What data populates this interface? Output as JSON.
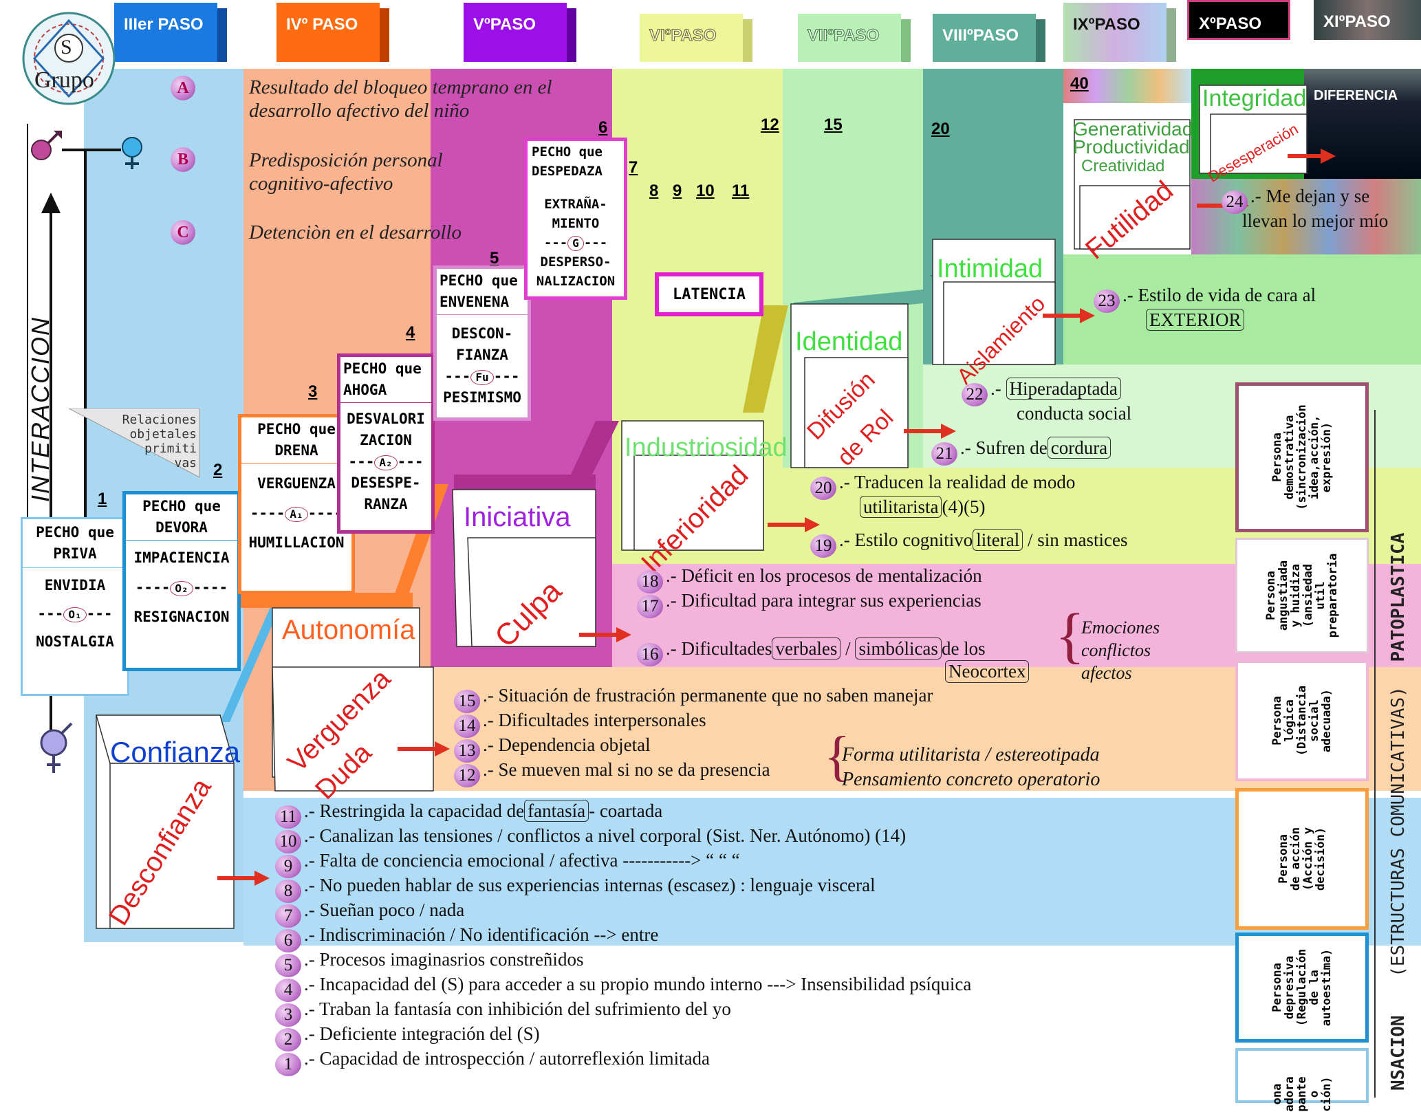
{
  "steps": [
    {
      "label": "IIIer PASO"
    },
    {
      "label": "IVº PASO"
    },
    {
      "label": "VºPASO"
    },
    {
      "label": "VIºPASO"
    },
    {
      "label": "VIIºPASO"
    },
    {
      "label": "VIIIºPASO"
    },
    {
      "label": "IXºPASO"
    },
    {
      "label": "XºPASO"
    },
    {
      "label": "XIºPASO"
    }
  ],
  "logo": {
    "letter": "S",
    "text": "Grupo"
  },
  "abc": {
    "a": "A",
    "b": "B",
    "c": "C"
  },
  "intro": {
    "a": "Resultado del bloqueo temprano en el desarrollo afectivo del niño",
    "b": "Predisposición personal cognitivo-afectivo",
    "c": "Detenciòn en  el desarrollo"
  },
  "interaccion": "INTERACCION",
  "relaciones": {
    "l1": "Relaciones",
    "l2": "objetales",
    "l3": "primiti",
    "l4": "vas"
  },
  "numbers": {
    "n1": "1",
    "n2": "2",
    "n3": "3",
    "n4": "4",
    "n5": "5",
    "n6": "6",
    "n7": "7",
    "n8": "8",
    "n9": "9",
    "n10": "10",
    "n11": "11",
    "n12": "12",
    "n15": "15",
    "n20": "20",
    "n40": "40"
  },
  "breasts": {
    "b1": {
      "head1": "PECHO que",
      "head2": "PRIVA",
      "t1": "ENVIDIA",
      "mark": "O₁",
      "t2": "NOSTALGIA"
    },
    "b2": {
      "head1": "PECHO que",
      "head2": "DEVORA",
      "t1": "IMPACIENCIA",
      "mark": "O₂",
      "t2": "RESIGNACION"
    },
    "b3": {
      "head1": "PECHO que",
      "head2": "DRENA",
      "t1": "VERGUENZA",
      "mark": "A₁",
      "t2": "HUMILLACION"
    },
    "b4": {
      "head1": "PECHO que",
      "head2": "AHOGA",
      "t1a": "DESVALORI",
      "t1b": "ZACION",
      "mark": "A₂",
      "t2a": "DESESPE-",
      "t2b": "RANZA"
    },
    "b5": {
      "head1": "PECHO que",
      "head2": "ENVENENA",
      "t1a": "DESCON-",
      "t1b": "FIANZA",
      "mark": "Fu",
      "t2": "PESIMISMO"
    },
    "b6": {
      "head1": "PECHO que",
      "head2": "DESPEDAZA",
      "t1a": "EXTRAÑA-",
      "t1b": "MIENTO",
      "mark": "G",
      "t2a": "DESPERSO-",
      "t2b": "NALIZACION"
    }
  },
  "latencia": "LATENCIA",
  "cubes": {
    "confianza": "Confianza",
    "desconfianza": "Desconfianza",
    "autonomia": "Autonomía",
    "verguenza": "Verguenza",
    "duda": "Duda",
    "iniciativa": "Iniciativa",
    "culpa": "Culpa",
    "industriosidad": "Industriosidad",
    "inferioridad": "Inferioridad",
    "identidad": "Identidad",
    "difusion": "Difusión",
    "derol": "de Rol",
    "intimidad": "Intimidad",
    "aislamiento": "Aislamiento",
    "generatividad": "Generatividad",
    "productividad": "Productividad",
    "creatividad": "Creatividad",
    "futilidad": "Futilidad",
    "integridad": "Integridad",
    "desesperacion": "Desesperación",
    "diferencia": "DIFERENCIA"
  },
  "blue_items": [
    {
      "n": "11",
      "pre": "Restringida la capacidad de",
      "box": "fantasía",
      "post": "- coartada"
    },
    {
      "n": "10",
      "pre": "Canalizan las tensiones / conflictos a nivel corporal (Sist. Ner. Autónomo) (14)"
    },
    {
      "n": "9",
      "pre": "Falta de conciencia emocional / afectiva ----------->    “        “         “"
    },
    {
      "n": "8",
      "pre": "No pueden hablar de sus experiencias internas (escasez) : lenguaje visceral"
    },
    {
      "n": "7",
      "pre": "Sueñan poco / nada"
    },
    {
      "n": "6",
      "pre": "Indiscriminación / No identificación --> entre"
    },
    {
      "n": "5",
      "pre": "Procesos imaginasrios constreñidos"
    },
    {
      "n": "4",
      "pre": "Incapacidad del (S) para acceder a su propio mundo interno ---> Insensibilidad psíquica"
    },
    {
      "n": "3",
      "pre": "Traban la fantasía con inhibición del sufrimiento del yo"
    },
    {
      "n": "2",
      "pre": "Deficiente integración del (S)"
    },
    {
      "n": "1",
      "pre": "Capacidad de introspección  / autorreflexión limitada"
    }
  ],
  "orange_items": [
    {
      "n": "15",
      "t": "Situación de frustración permanente que no saben manejar"
    },
    {
      "n": "14",
      "t": "Dificultades interpersonales"
    },
    {
      "n": "13",
      "t": "Dependencia objetal"
    },
    {
      "n": "12",
      "t": "Se mueven mal si no se da presencia"
    }
  ],
  "orange_note": {
    "l1": "Forma utilitarista / estereotipada",
    "l2": "Pensamiento concreto operatorio"
  },
  "pink_items": {
    "i18": {
      "n": "18",
      "t": "Déficit en los procesos de mentalización"
    },
    "i17": {
      "n": "17",
      "t": "Dificultad para integrar sus experiencias"
    },
    "i16": {
      "n": "16",
      "pre": "Dificultades",
      "box1": "verbales",
      "mid": "/",
      "box2": "simbólicas",
      "post": "de los",
      "box3": "Neocortex"
    }
  },
  "pink_note": {
    "l1": "Emociones",
    "l2": "conflictos",
    "l3": "afectos"
  },
  "yellow_items": {
    "i20": {
      "n": "20",
      "pre": "Traducen la realidad de modo",
      "box": "utilitarista",
      "post": "(4)(5)"
    },
    "i19": {
      "n": "19",
      "pre": "Estilo cognitivo",
      "box": "literal",
      "post": "/ sin mastices"
    }
  },
  "green_items": {
    "i21": {
      "n": "21",
      "pre": "Sufren de",
      "box": "cordura"
    },
    "i22": {
      "n": "22",
      "box": "Hiperadaptada",
      "l2": "conducta social"
    },
    "i23": {
      "n": "23",
      "pre": "Estilo de vida de cara al",
      "box": "EXTERIOR"
    },
    "i24": {
      "n": "24",
      "l1": "Me dejan y se",
      "l2": "llevan lo mejor mío"
    }
  },
  "personas": [
    {
      "l1": "Persona",
      "l2": "demostrativa",
      "l3": "(sincronización",
      "l4": "idea,acción,",
      "l5": "expresión)"
    },
    {
      "l1": "Persona",
      "l2": "angustiada",
      "l3": "y huidiza",
      "l4": "(ansiedad",
      "l5": "util",
      "l6": "preparatoria"
    },
    {
      "l1": "Persona",
      "l2": "lógica",
      "l3": "(Distancia",
      "l4": "social",
      "l5": "adecuada)"
    },
    {
      "l1": "Persona",
      "l2": "de acción",
      "l3": "(Acción y",
      "l4": "decisión)"
    },
    {
      "l1": "Persona",
      "l2": "depresiva",
      "l3": "(Regulación",
      "l4": "de la",
      "l5": "autoestima)"
    },
    {
      "l1": "ona",
      "l2": "adora",
      "l3": "pante",
      "l4": "o",
      "l5": "ción)"
    }
  ],
  "vertical_right": {
    "bold1": "PATOPLASTICA",
    "normal": "(ESTRUCTURAS COMUNICATIVAS)",
    "bold2": "NSACION"
  },
  "colors": {
    "blue": "#aad8f1",
    "salmon": "#f9b38e",
    "magenta": "#cc4fb3",
    "yellow": "#e6f59a",
    "lightgreen": "#b8f0b8",
    "teal": "#5faf9a",
    "green": "#a8eba0",
    "pink": "#f4b3da",
    "peach": "#fcd5ab",
    "lightblue": "#b0dcf5"
  }
}
